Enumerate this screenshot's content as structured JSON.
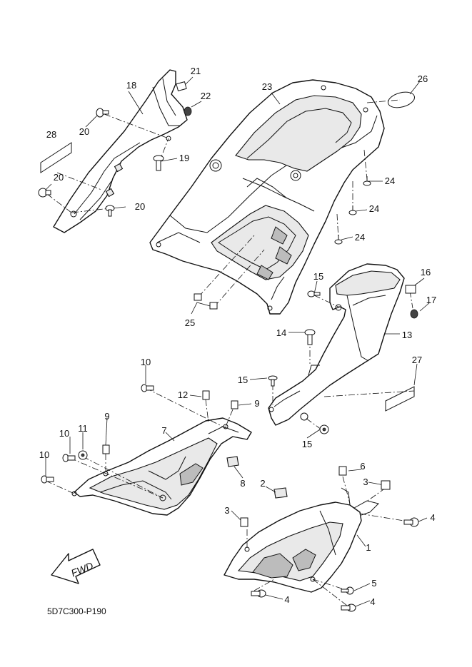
{
  "diagram_code": "5D7C300-P190",
  "direction_label": "FWD",
  "callouts": {
    "c1": "1",
    "c2": "2",
    "c3a": "3",
    "c3b": "3",
    "c4a": "4",
    "c4b": "4",
    "c4c": "4",
    "c5": "5",
    "c6": "6",
    "c7": "7",
    "c8": "8",
    "c9a": "9",
    "c9b": "9",
    "c10a": "10",
    "c10b": "10",
    "c10c": "10",
    "c11": "11",
    "c12": "12",
    "c13": "13",
    "c14": "14",
    "c15a": "15",
    "c15b": "15",
    "c15c": "15",
    "c16": "16",
    "c17": "17",
    "c18": "18",
    "c19": "19",
    "c20a": "20",
    "c20b": "20",
    "c20c": "20",
    "c21": "21",
    "c22": "22",
    "c23": "23",
    "c24a": "24",
    "c24b": "24",
    "c24c": "24",
    "c25": "25",
    "c26": "26",
    "c27": "27",
    "c28": "28"
  }
}
